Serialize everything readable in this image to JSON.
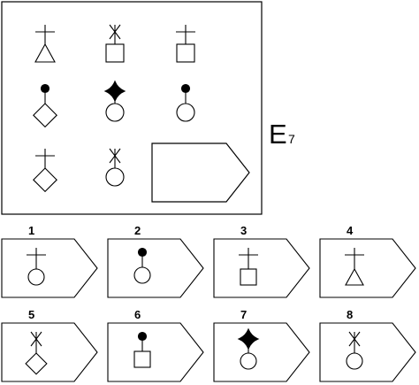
{
  "puzzle": {
    "id_letter": "E",
    "id_number": "7",
    "matrix": [
      {
        "top": "cross",
        "bottom": "triangle"
      },
      {
        "top": "asterisk",
        "bottom": "square"
      },
      {
        "top": "cross",
        "bottom": "square"
      },
      {
        "top": "dot",
        "bottom": "diamond"
      },
      {
        "top": "star",
        "bottom": "circle"
      },
      {
        "top": "dot",
        "bottom": "circle"
      },
      {
        "top": "cross",
        "bottom": "diamond"
      },
      {
        "top": "asterisk",
        "bottom": "circle"
      },
      {
        "top": "missing",
        "bottom": "missing"
      }
    ],
    "options": [
      {
        "label": "1",
        "top": "cross",
        "bottom": "circle"
      },
      {
        "label": "2",
        "top": "dot",
        "bottom": "circle"
      },
      {
        "label": "3",
        "top": "cross",
        "bottom": "square"
      },
      {
        "label": "4",
        "top": "cross",
        "bottom": "triangle"
      },
      {
        "label": "5",
        "top": "asterisk",
        "bottom": "diamond"
      },
      {
        "label": "6",
        "top": "dot",
        "bottom": "square"
      },
      {
        "label": "7",
        "top": "star",
        "bottom": "circle"
      },
      {
        "label": "8",
        "top": "asterisk",
        "bottom": "circle"
      }
    ]
  }
}
